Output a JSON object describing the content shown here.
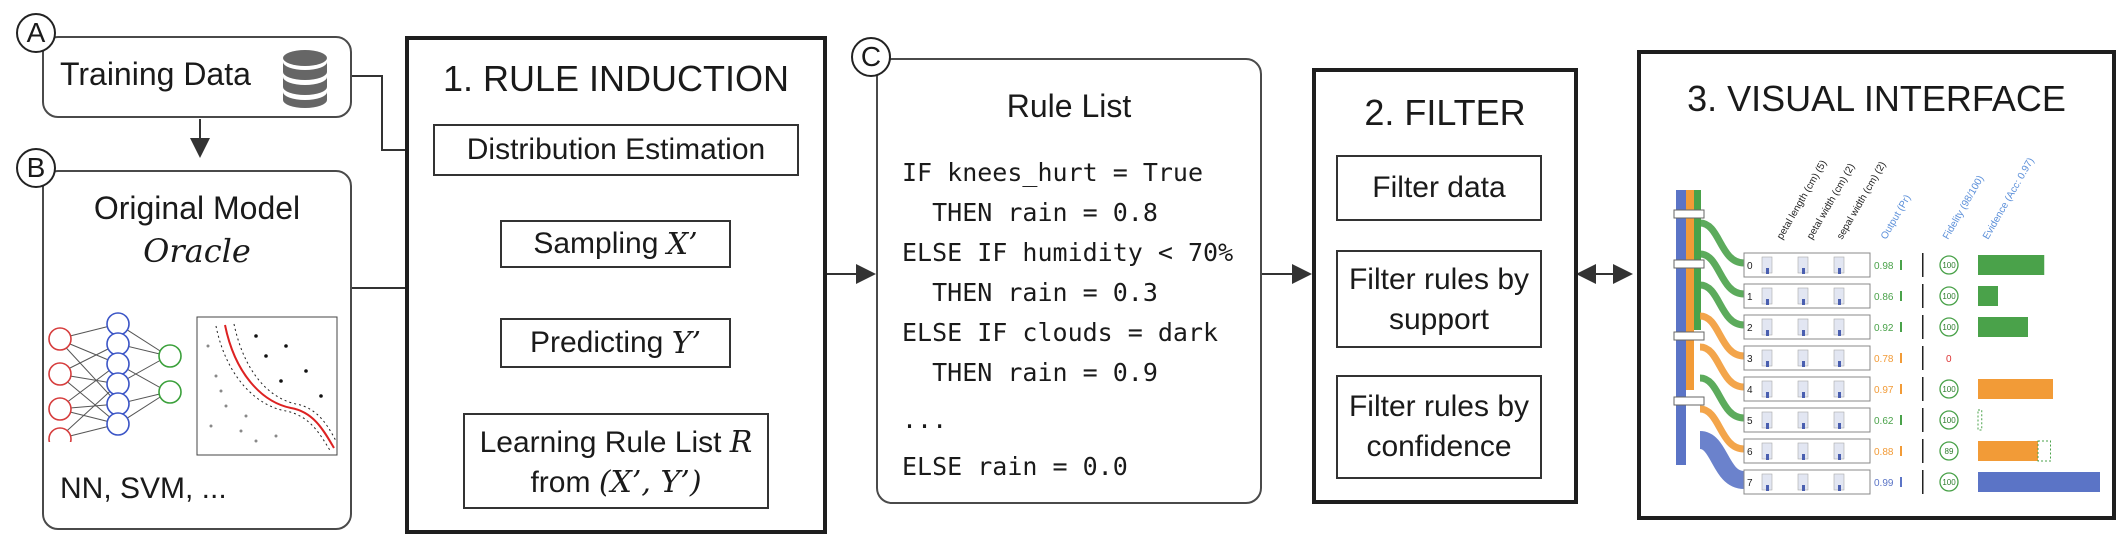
{
  "markers": {
    "a": "A",
    "b": "B",
    "c": "C"
  },
  "training": {
    "label": "Training Data",
    "icon": "database-icon"
  },
  "original": {
    "title": "Original Model",
    "oracle": "Oracle",
    "models": "NN, SVM, ..."
  },
  "rule_induction": {
    "title": "1. RULE INDUCTION",
    "distribution": "Distribution Estimation",
    "sampling_text": "Sampling ",
    "sampling_var": "X’",
    "predicting_text": "Predicting ",
    "predicting_var": "Y’",
    "learning_line1": "Learning Rule List ",
    "learning_var": "R",
    "learning_line2": "from ",
    "learning_vars2": "(X’,  Y’)"
  },
  "rule_list": {
    "title": "Rule List",
    "lines": [
      "IF knees_hurt = True",
      "  THEN rain = 0.8",
      "ELSE IF humidity < 70%",
      "  THEN rain = 0.3",
      "ELSE IF clouds = dark",
      "  THEN rain = 0.9",
      "...",
      "ELSE rain = 0.0"
    ]
  },
  "filter": {
    "title": "2. FILTER",
    "data": "Filter data",
    "support_l1": "Filter rules by",
    "support_l2": "support",
    "confidence_l1": "Filter rules by",
    "confidence_l2": "confidence"
  },
  "visual": {
    "title": "3. VISUAL INTERFACE",
    "headers": [
      "petal length (cm) (5)",
      "petal width (cm) (2)",
      "sepal width (cm) (2)",
      "Output (Pr)",
      "Fidelity (98/100)",
      "Evidence (Acc: 0.97)"
    ],
    "rows": [
      {
        "id": "0",
        "output": "0.98",
        "fidelity": "100",
        "color": "#4aa24a",
        "evidence": 0.53,
        "hatch": 0
      },
      {
        "id": "1",
        "output": "0.86",
        "fidelity": "100",
        "color": "#4aa24a",
        "evidence": 0.16,
        "hatch": 0
      },
      {
        "id": "2",
        "output": "0.92",
        "fidelity": "100",
        "color": "#4aa24a",
        "evidence": 0.4,
        "hatch": 0
      },
      {
        "id": "3",
        "output": "0.78",
        "fidelity": "0",
        "color": "#f29b37",
        "evidence": 0.0,
        "hatch": 0
      },
      {
        "id": "4",
        "output": "0.97",
        "fidelity": "100",
        "color": "#f29b37",
        "evidence": 0.6,
        "hatch": 0
      },
      {
        "id": "5",
        "output": "0.62",
        "fidelity": "100",
        "color": "#4aa24a",
        "evidence": 0.0,
        "hatch": 0.03
      },
      {
        "id": "6",
        "output": "0.88",
        "fidelity": "89",
        "color": "#f29b37",
        "evidence": 0.48,
        "hatch": 0.1
      },
      {
        "id": "7",
        "output": "0.99",
        "fidelity": "100",
        "color": "#5b74c6",
        "evidence": 1.0,
        "hatch": 0
      }
    ],
    "colors": {
      "green": "#4aa24a",
      "orange": "#f29b37",
      "blue": "#5b74c6",
      "header_blue": "#5b8fd9"
    }
  }
}
